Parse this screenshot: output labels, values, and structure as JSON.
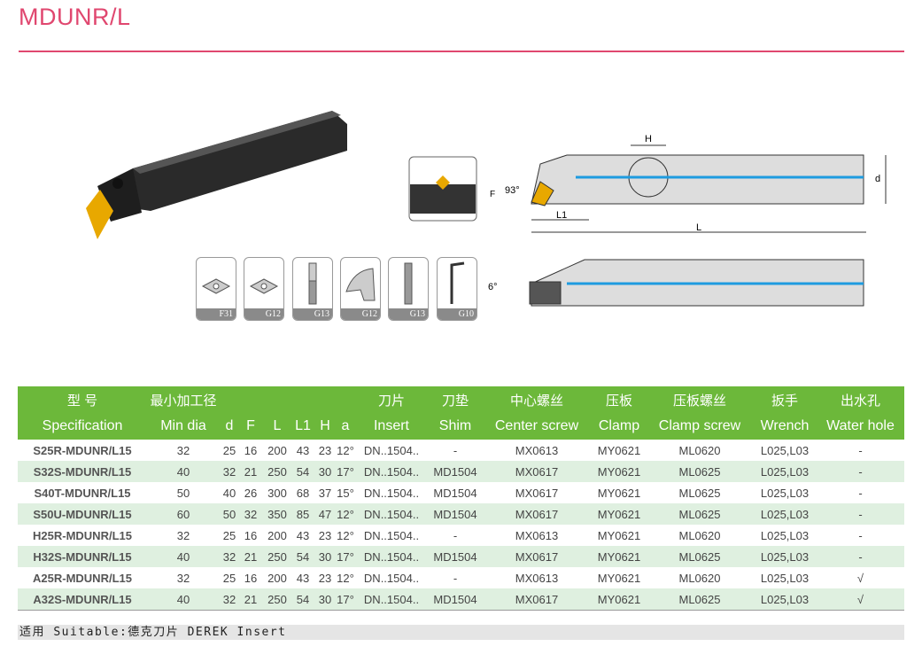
{
  "title": "MDUNR/L",
  "diagram": {
    "labels": {
      "H": "H",
      "d": "d",
      "F": "F",
      "angle": "93°",
      "L1": "L1",
      "L": "L",
      "rake": "6°"
    }
  },
  "parts": [
    {
      "code": "F31",
      "name": "insert"
    },
    {
      "code": "G12",
      "name": "shim"
    },
    {
      "code": "G13",
      "name": "center-screw"
    },
    {
      "code": "G12",
      "name": "clamp"
    },
    {
      "code": "G13",
      "name": "clamp-screw"
    },
    {
      "code": "G10",
      "name": "wrench"
    }
  ],
  "table": {
    "header_cn": [
      "型 号",
      "最小加工径",
      "",
      "",
      "",
      "",
      "",
      "",
      "刀片",
      "刀垫",
      "中心螺丝",
      "压板",
      "压板螺丝",
      "扳手",
      "出水孔"
    ],
    "header_en": [
      "Specification",
      "Min dia",
      "d",
      "F",
      "L",
      "L1",
      "H",
      "a",
      "Insert",
      "Shim",
      "Center screw",
      "Clamp",
      "Clamp screw",
      "Wrench",
      "Water hole"
    ],
    "rows": [
      [
        "S25R-MDUNR/L15",
        "32",
        "25",
        "16",
        "200",
        "43",
        "23",
        "12°",
        "DN..1504..",
        "-",
        "MX0613",
        "MY0621",
        "ML0620",
        "L025,L03",
        "-"
      ],
      [
        "S32S-MDUNR/L15",
        "40",
        "32",
        "21",
        "250",
        "54",
        "30",
        "17°",
        "DN..1504..",
        "MD1504",
        "MX0617",
        "MY0621",
        "ML0625",
        "L025,L03",
        "-"
      ],
      [
        "S40T-MDUNR/L15",
        "50",
        "40",
        "26",
        "300",
        "68",
        "37",
        "15°",
        "DN..1504..",
        "MD1504",
        "MX0617",
        "MY0621",
        "ML0625",
        "L025,L03",
        "-"
      ],
      [
        "S50U-MDUNR/L15",
        "60",
        "50",
        "32",
        "350",
        "85",
        "47",
        "12°",
        "DN..1504..",
        "MD1504",
        "MX0617",
        "MY0621",
        "ML0625",
        "L025,L03",
        "-"
      ],
      [
        "H25R-MDUNR/L15",
        "32",
        "25",
        "16",
        "200",
        "43",
        "23",
        "12°",
        "DN..1504..",
        "-",
        "MX0613",
        "MY0621",
        "ML0620",
        "L025,L03",
        "-"
      ],
      [
        "H32S-MDUNR/L15",
        "40",
        "32",
        "21",
        "250",
        "54",
        "30",
        "17°",
        "DN..1504..",
        "MD1504",
        "MX0617",
        "MY0621",
        "ML0625",
        "L025,L03",
        "-"
      ],
      [
        "A25R-MDUNR/L15",
        "32",
        "25",
        "16",
        "200",
        "43",
        "23",
        "12°",
        "DN..1504..",
        "-",
        "MX0613",
        "MY0621",
        "ML0620",
        "L025,L03",
        "√"
      ],
      [
        "A32S-MDUNR/L15",
        "40",
        "32",
        "21",
        "250",
        "54",
        "30",
        "17°",
        "DN..1504..",
        "MD1504",
        "MX0617",
        "MY0621",
        "ML0625",
        "L025,L03",
        "√"
      ]
    ]
  },
  "footer": "适用 Suitable:德克刀片 DEREK Insert",
  "colors": {
    "accent": "#e0476f",
    "header_green": "#6cb83a",
    "row_alt": "#dff0e0",
    "coolant": "#1e9be0"
  }
}
